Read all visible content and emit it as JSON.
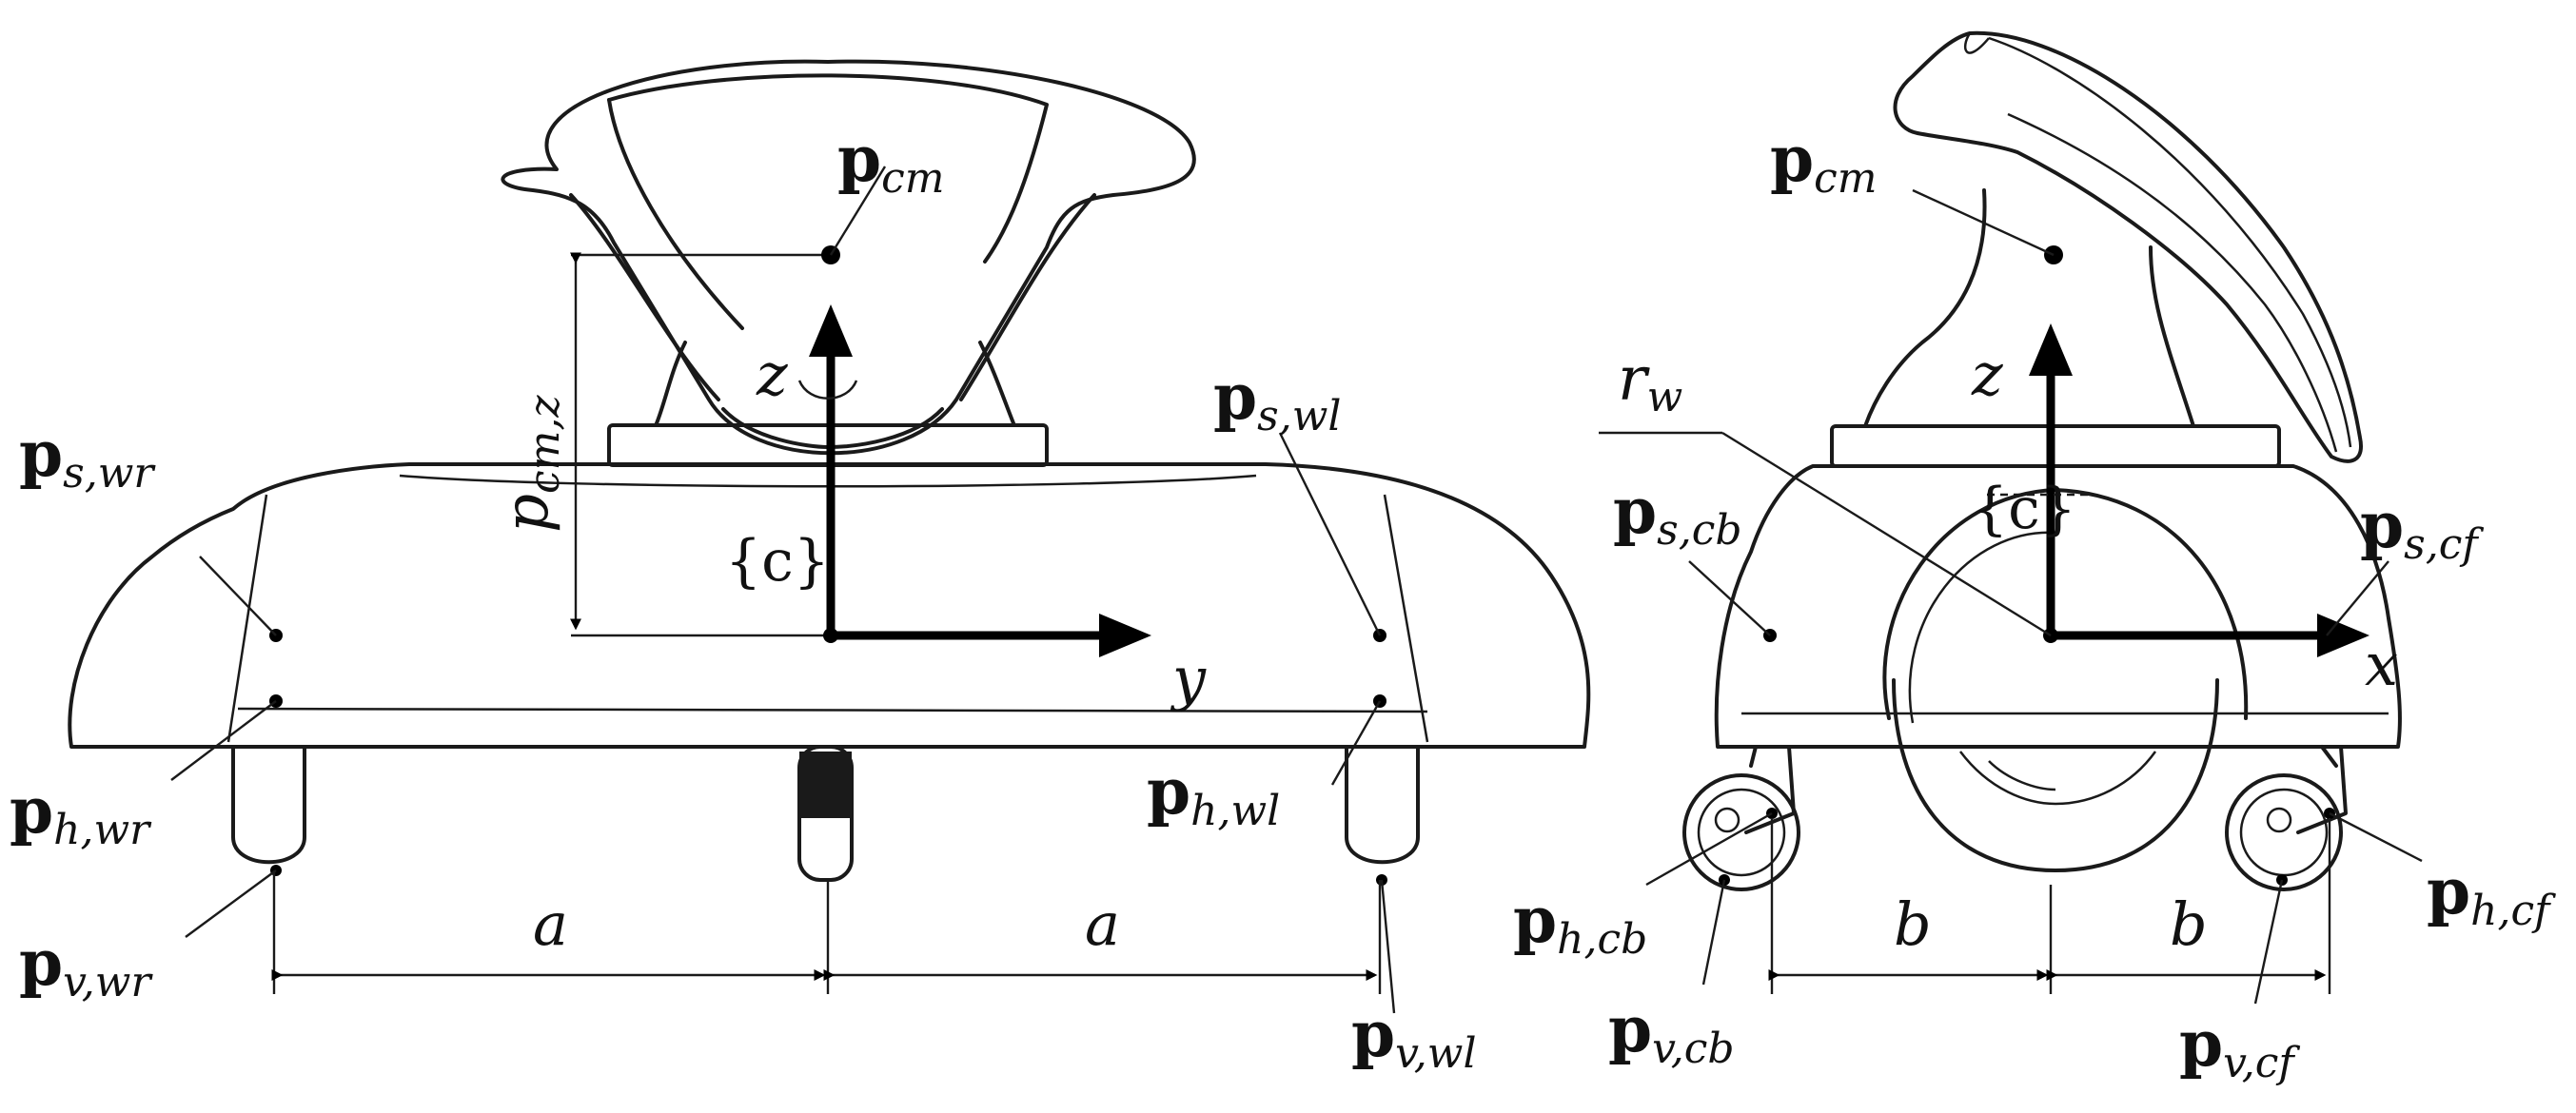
{
  "diagram": {
    "points": {
      "cm_left": {
        "main": "p",
        "sub": "cm"
      },
      "s_wr": {
        "main": "p",
        "sub": "s,wr"
      },
      "h_wr": {
        "main": "p",
        "sub": "h,wr"
      },
      "v_wr": {
        "main": "p",
        "sub": "v,wr"
      },
      "s_wl": {
        "main": "p",
        "sub": "s,wl"
      },
      "h_wl": {
        "main": "p",
        "sub": "h,wl"
      },
      "v_wl": {
        "main": "p",
        "sub": "v,wl"
      },
      "cm_right": {
        "main": "p",
        "sub": "cm"
      },
      "s_cb": {
        "main": "p",
        "sub": "s,cb"
      },
      "s_cf": {
        "main": "p",
        "sub": "s,cf"
      },
      "h_cb": {
        "main": "p",
        "sub": "h,cb"
      },
      "v_cb": {
        "main": "p",
        "sub": "v,cb"
      },
      "h_cf": {
        "main": "p",
        "sub": "h,cf"
      },
      "v_cf": {
        "main": "p",
        "sub": "v,cf"
      }
    },
    "pcmz": {
      "main": "p",
      "sub": "cm,z"
    },
    "rw": {
      "main": "r",
      "sub": "w"
    },
    "axes": {
      "z_left": "z",
      "y_left": "y",
      "z_right": "z",
      "x_right": "x"
    },
    "frame_left": "{c}",
    "frame_right": "{c}",
    "dims": {
      "a_left": "a",
      "a_right": "a",
      "b_left": "b",
      "b_right": "b"
    }
  }
}
